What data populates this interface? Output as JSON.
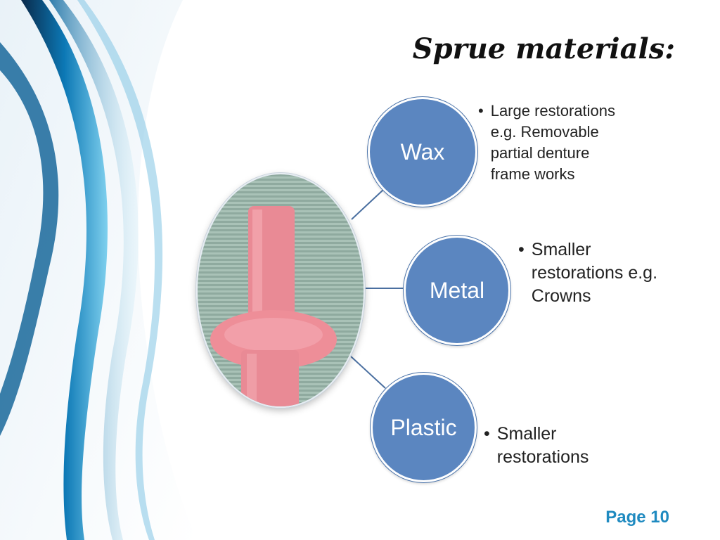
{
  "slide": {
    "title": "Sprue materials:",
    "page_label": "Page 10"
  },
  "nodes": [
    {
      "label": "Wax",
      "bullet": "Large restorations\ne.g. Removable\npartial denture\nframe works"
    },
    {
      "label": "Metal",
      "bullet": "Smaller\nrestorations e.g.\nCrowns"
    },
    {
      "label": "Plastic",
      "bullet": "Smaller\nrestorations"
    }
  ],
  "colors": {
    "node_fill": "#5b86c0",
    "page_label": "#1f8ac0",
    "swoosh": "#0b6fa8"
  },
  "bullet_symbol": "•"
}
